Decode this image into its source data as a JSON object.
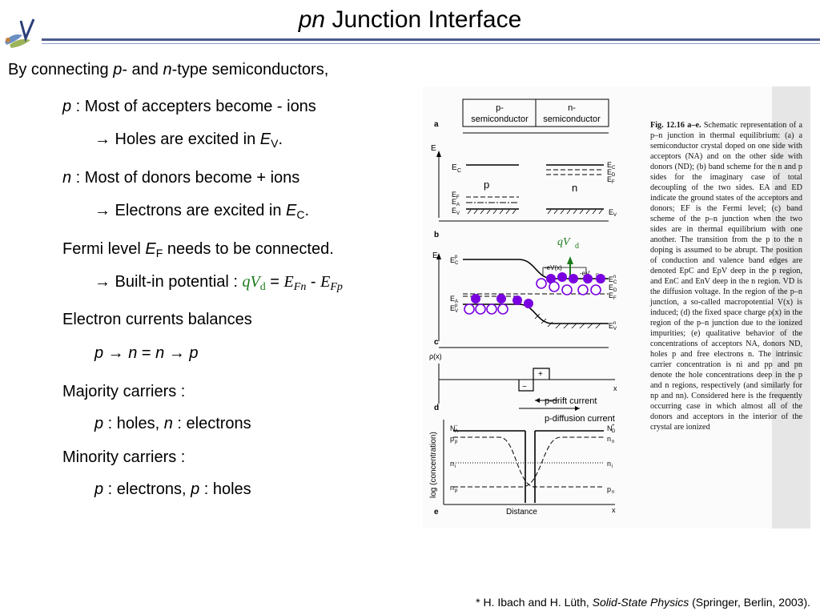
{
  "title": {
    "main_italic": "pn",
    "main_rest": " Junction Interface"
  },
  "intro": {
    "before_p": "By connecting ",
    "p": "p",
    "middle": "- and ",
    "n": "n",
    "after": "-type semiconductors,"
  },
  "bullets": {
    "b1": {
      "var": "p",
      "text": " : Most of accepters become - ions"
    },
    "b1a": {
      "arrow": "→",
      "text": " Holes are excited in ",
      "sym": "E",
      "sub": "V",
      "end": "."
    },
    "b2": {
      "var": "n",
      "text": " : Most of donors become + ions"
    },
    "b2a": {
      "arrow": "→",
      "text": " Electrons are excited in ",
      "sym": "E",
      "sub": "C",
      "end": "."
    },
    "b3": {
      "pre": "Fermi level ",
      "sym": "E",
      "sub": "F",
      "post": " needs to be connected."
    },
    "b3a": {
      "arrow": "→",
      "text": " Built-in potential : ",
      "q": "qV",
      "qsub": "d",
      "eq": " = ",
      "e1": "E",
      "e1sub": "Fn",
      "minus": " - ",
      "e2": "E",
      "e2sub": "Fp"
    },
    "b4": {
      "text": "Electron currents balances"
    },
    "b4a": {
      "p1": "p",
      "arr1": " → ",
      "n1": "n",
      "eq": " = ",
      "n2": "n",
      "arr2": " → ",
      "p2": "p"
    },
    "b5": {
      "text": "Majority carriers :"
    },
    "b5a": {
      "p": "p",
      "t1": " : holes, ",
      "n": "n",
      "t2": " : electrons"
    },
    "b6": {
      "text": "Minority carriers :"
    },
    "b6a": {
      "p1": "p",
      "t1": " : electrons, ",
      "p2": "p",
      "t2": " : holes"
    }
  },
  "figure": {
    "panel_labels": [
      "a",
      "b",
      "c",
      "d",
      "e"
    ],
    "headers": {
      "p_top": "p-",
      "p_bot": "semiconductor",
      "n_top": "n-",
      "n_bot": "semiconductor"
    },
    "axis_E": "E",
    "a_left": {
      "Ec": "E",
      "Ec_sub": "C",
      "Ef": "E",
      "Ef_sub": "F",
      "Ea": "E",
      "Ea_sub": "A",
      "Ev": "E",
      "Ev_sub": "V",
      "region": "p"
    },
    "a_right": {
      "Ec": "E",
      "Ec_sub": "C",
      "Ed": "E",
      "Ed_sub": "D",
      "Ef": "E",
      "Ef_sub": "F",
      "Ev": "E",
      "Ev_sub": "V",
      "region": "n"
    },
    "b_labels": {
      "left_Ec": "E",
      "left_Ec_sub": "C",
      "left_Ec_sup": "p",
      "EA": "E",
      "EA_sub": "A",
      "EV": "E",
      "EV_sub": "V",
      "EV_sup": "p",
      "eVx": "-eV(x)",
      "eVD": "-eV",
      "eVD_sub": "D",
      "qVd": "qV",
      "qVd_sub": "d",
      "Ecn": "E",
      "Ecn_sub": "C",
      "Ecn_sup": "n",
      "ED": "E",
      "ED_sub": "D",
      "EF": "E",
      "EF_sub": "F",
      "Evn": "E",
      "Evn_sub": "V",
      "Evn_sup": "n"
    },
    "c_labels": {
      "rho": "ρ(x)",
      "plus": "+",
      "minus": "−",
      "x": "x",
      "drift": "p-drift current",
      "diffusion": "p-diffusion current"
    },
    "d_labels": {
      "ylabel": "log (concentration)",
      "NA": "N",
      "NA_sub": "A",
      "NA_sup": "−",
      "pp": "p",
      "pp_sub": "p",
      "ni_l": "n",
      "ni_l_sub": "i",
      "np": "n",
      "np_sub": "p",
      "ND": "N",
      "ND_sub": "D",
      "ND_sup": "+",
      "nn": "n",
      "nn_sub": "n",
      "ni_r": "n",
      "ni_r_sub": "i",
      "pn": "p",
      "pn_sub": "n",
      "xlabel": "Distance",
      "x": "x"
    },
    "caption": {
      "head": "Fig. 12.16 a–e.",
      "text": " Schematic representation of a p–n junction in thermal equilibrium: (a) a semiconductor crystal doped on one side with acceptors (NA) and on the other side with donors (ND); (b) band scheme for the n and p sides for the imaginary case of total decoupling of the two sides. EA and ED indicate the ground states of the acceptors and donors; EF is the Fermi level; (c) band scheme of the p–n junction when the two sides are in thermal equilibrium with one another. The transition from the p to the n doping is assumed to be abrupt. The position of conduction and valence band edges are denoted EpC and EpV deep in the p region, and EnC and EnV deep in the n region. VD is the diffusion voltage. In the region of the p–n junction, a so-called macropotential V(x) is induced; (d) the fixed space charge ρ(x) in the region of the p–n junction due to the ionized impurities; (e) qualitative behavior of the concentrations of acceptors NA, donors ND, holes p and free electrons n. The intrinsic carrier concentration is ni and pp and pn denote the hole concentrations deep in the p and n regions, respectively (and similarly for np and nn). Considered here is the frequently occurring case in which almost all of the donors and acceptors in the interior of the crystal are ionized"
    }
  },
  "footnote": {
    "pre": "* H. Ibach and H. Lüth, ",
    "book": "Solid-State Physics",
    "post": " (Springer, Berlin, 2003)."
  },
  "colors": {
    "rule": "#4a5a8c",
    "carrier": "#7a00e0",
    "green": "#1a7a1a"
  }
}
